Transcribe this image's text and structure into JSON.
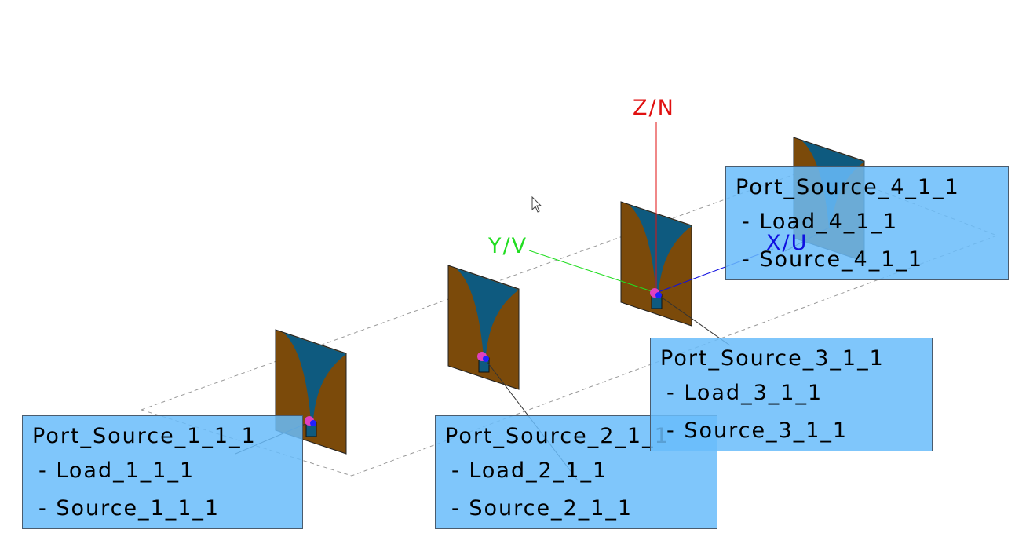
{
  "axes": {
    "z_label": "Z/N",
    "y_label": "Y/V",
    "x_label": "X/U",
    "z_color": "#e01010",
    "y_color": "#22dd22",
    "x_color": "#1010e0"
  },
  "colors": {
    "substrate": "#7b4a0a",
    "metal": "#0e5a7f",
    "port_box": "#7cc6fb",
    "port_marker": "#e040c0",
    "feed_marker": "#2020ff"
  },
  "ports": [
    {
      "title": "Port_Source_1_1_1",
      "items": [
        "- Load_1_1_1",
        "- Source_1_1_1"
      ]
    },
    {
      "title": "Port_Source_2_1_1",
      "items": [
        "- Load_2_1_1",
        "- Source_2_1_1"
      ]
    },
    {
      "title": "Port_Source_3_1_1",
      "items": [
        "- Load_3_1_1",
        "- Source_3_1_1"
      ]
    },
    {
      "title": "Port_Source_4_1_1",
      "items": [
        "- Load_4_1_1",
        "- Source_4_1_1"
      ]
    }
  ]
}
